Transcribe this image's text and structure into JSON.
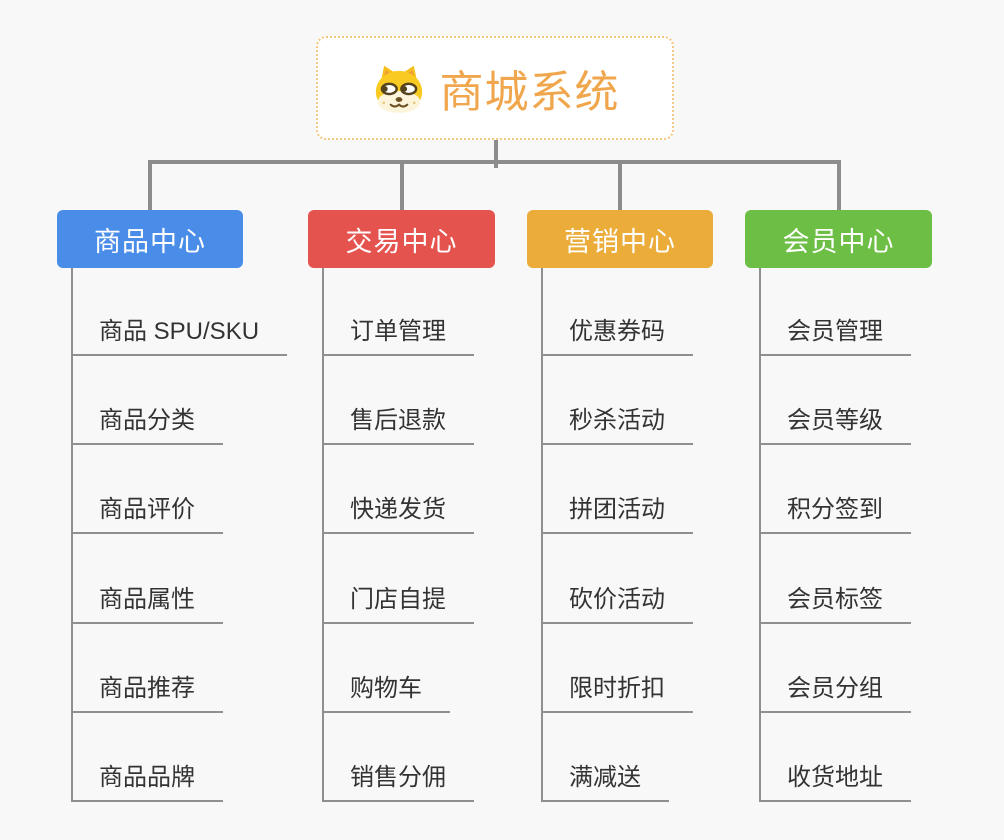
{
  "canvas": {
    "background": "#f8f8f8"
  },
  "root": {
    "title": "商城系统",
    "icon": "dog-face-icon",
    "text_color": "#f0a64c",
    "border_color": "#f6c87e",
    "background": "#ffffff"
  },
  "connector_color": "#8c8c8c",
  "leaf_style": {
    "text_color": "#333333",
    "line_color": "#8f8f8f"
  },
  "branches": [
    {
      "label": "商品中心",
      "color": "#4a8de8",
      "children": [
        "商品 SPU/SKU",
        "商品分类",
        "商品评价",
        "商品属性",
        "商品推荐",
        "商品品牌"
      ]
    },
    {
      "label": "交易中心",
      "color": "#e5534f",
      "children": [
        "订单管理",
        "售后退款",
        "快递发货",
        "门店自提",
        "购物车",
        "销售分佣"
      ]
    },
    {
      "label": "营销中心",
      "color": "#ebac3a",
      "children": [
        "优惠券码",
        "秒杀活动",
        "拼团活动",
        "砍价活动",
        "限时折扣",
        "满减送"
      ]
    },
    {
      "label": "会员中心",
      "color": "#6cbe44",
      "children": [
        "会员管理",
        "会员等级",
        "积分签到",
        "会员标签",
        "会员分组",
        "收货地址"
      ]
    }
  ]
}
